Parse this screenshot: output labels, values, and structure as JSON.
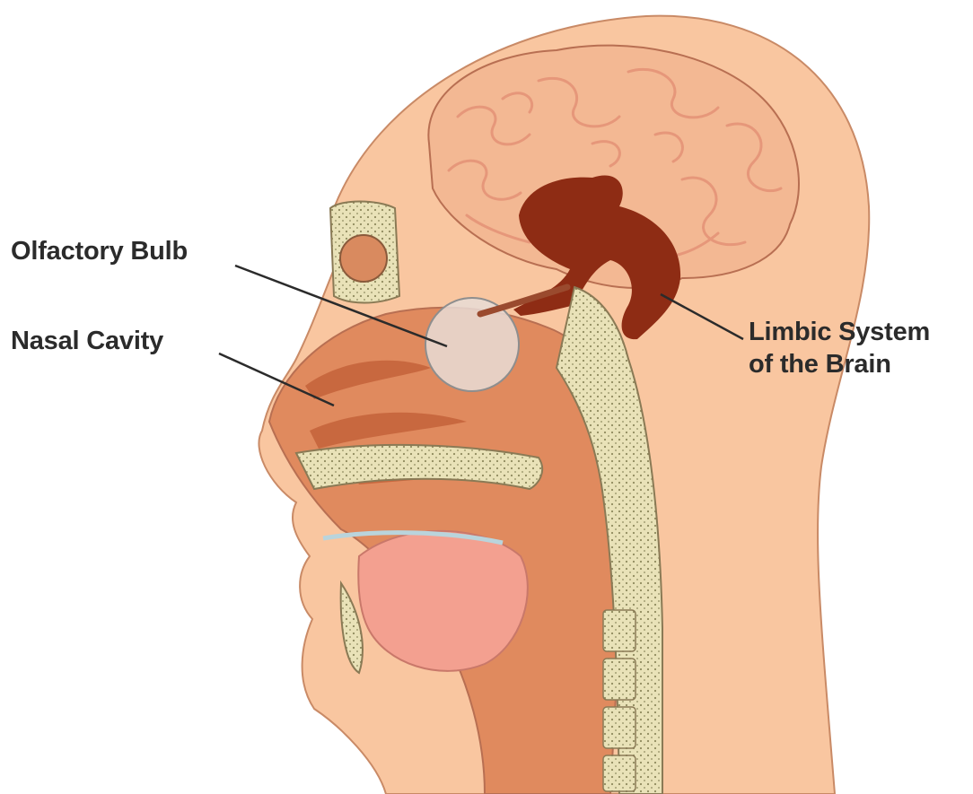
{
  "labels": {
    "olfactory_bulb": "Olfactory Bulb",
    "nasal_cavity": "Nasal Cavity",
    "limbic_line1": "Limbic System",
    "limbic_line2": "of the Brain"
  },
  "colors": {
    "skin": "#f9c6a0",
    "skin_outline": "#c98a66",
    "brain": "#f3b893",
    "brain_folds": "#e6977a",
    "limbic": "#8e2c14",
    "tissue": "#e08a5e",
    "tissue_dark": "#c8683f",
    "bone": "#e9e2b8",
    "bone_dots": "#8f8a5e",
    "mouth": "#f3a090",
    "leader_line": "#2b2b2b",
    "bulb_lens": "#e8dcd6"
  }
}
